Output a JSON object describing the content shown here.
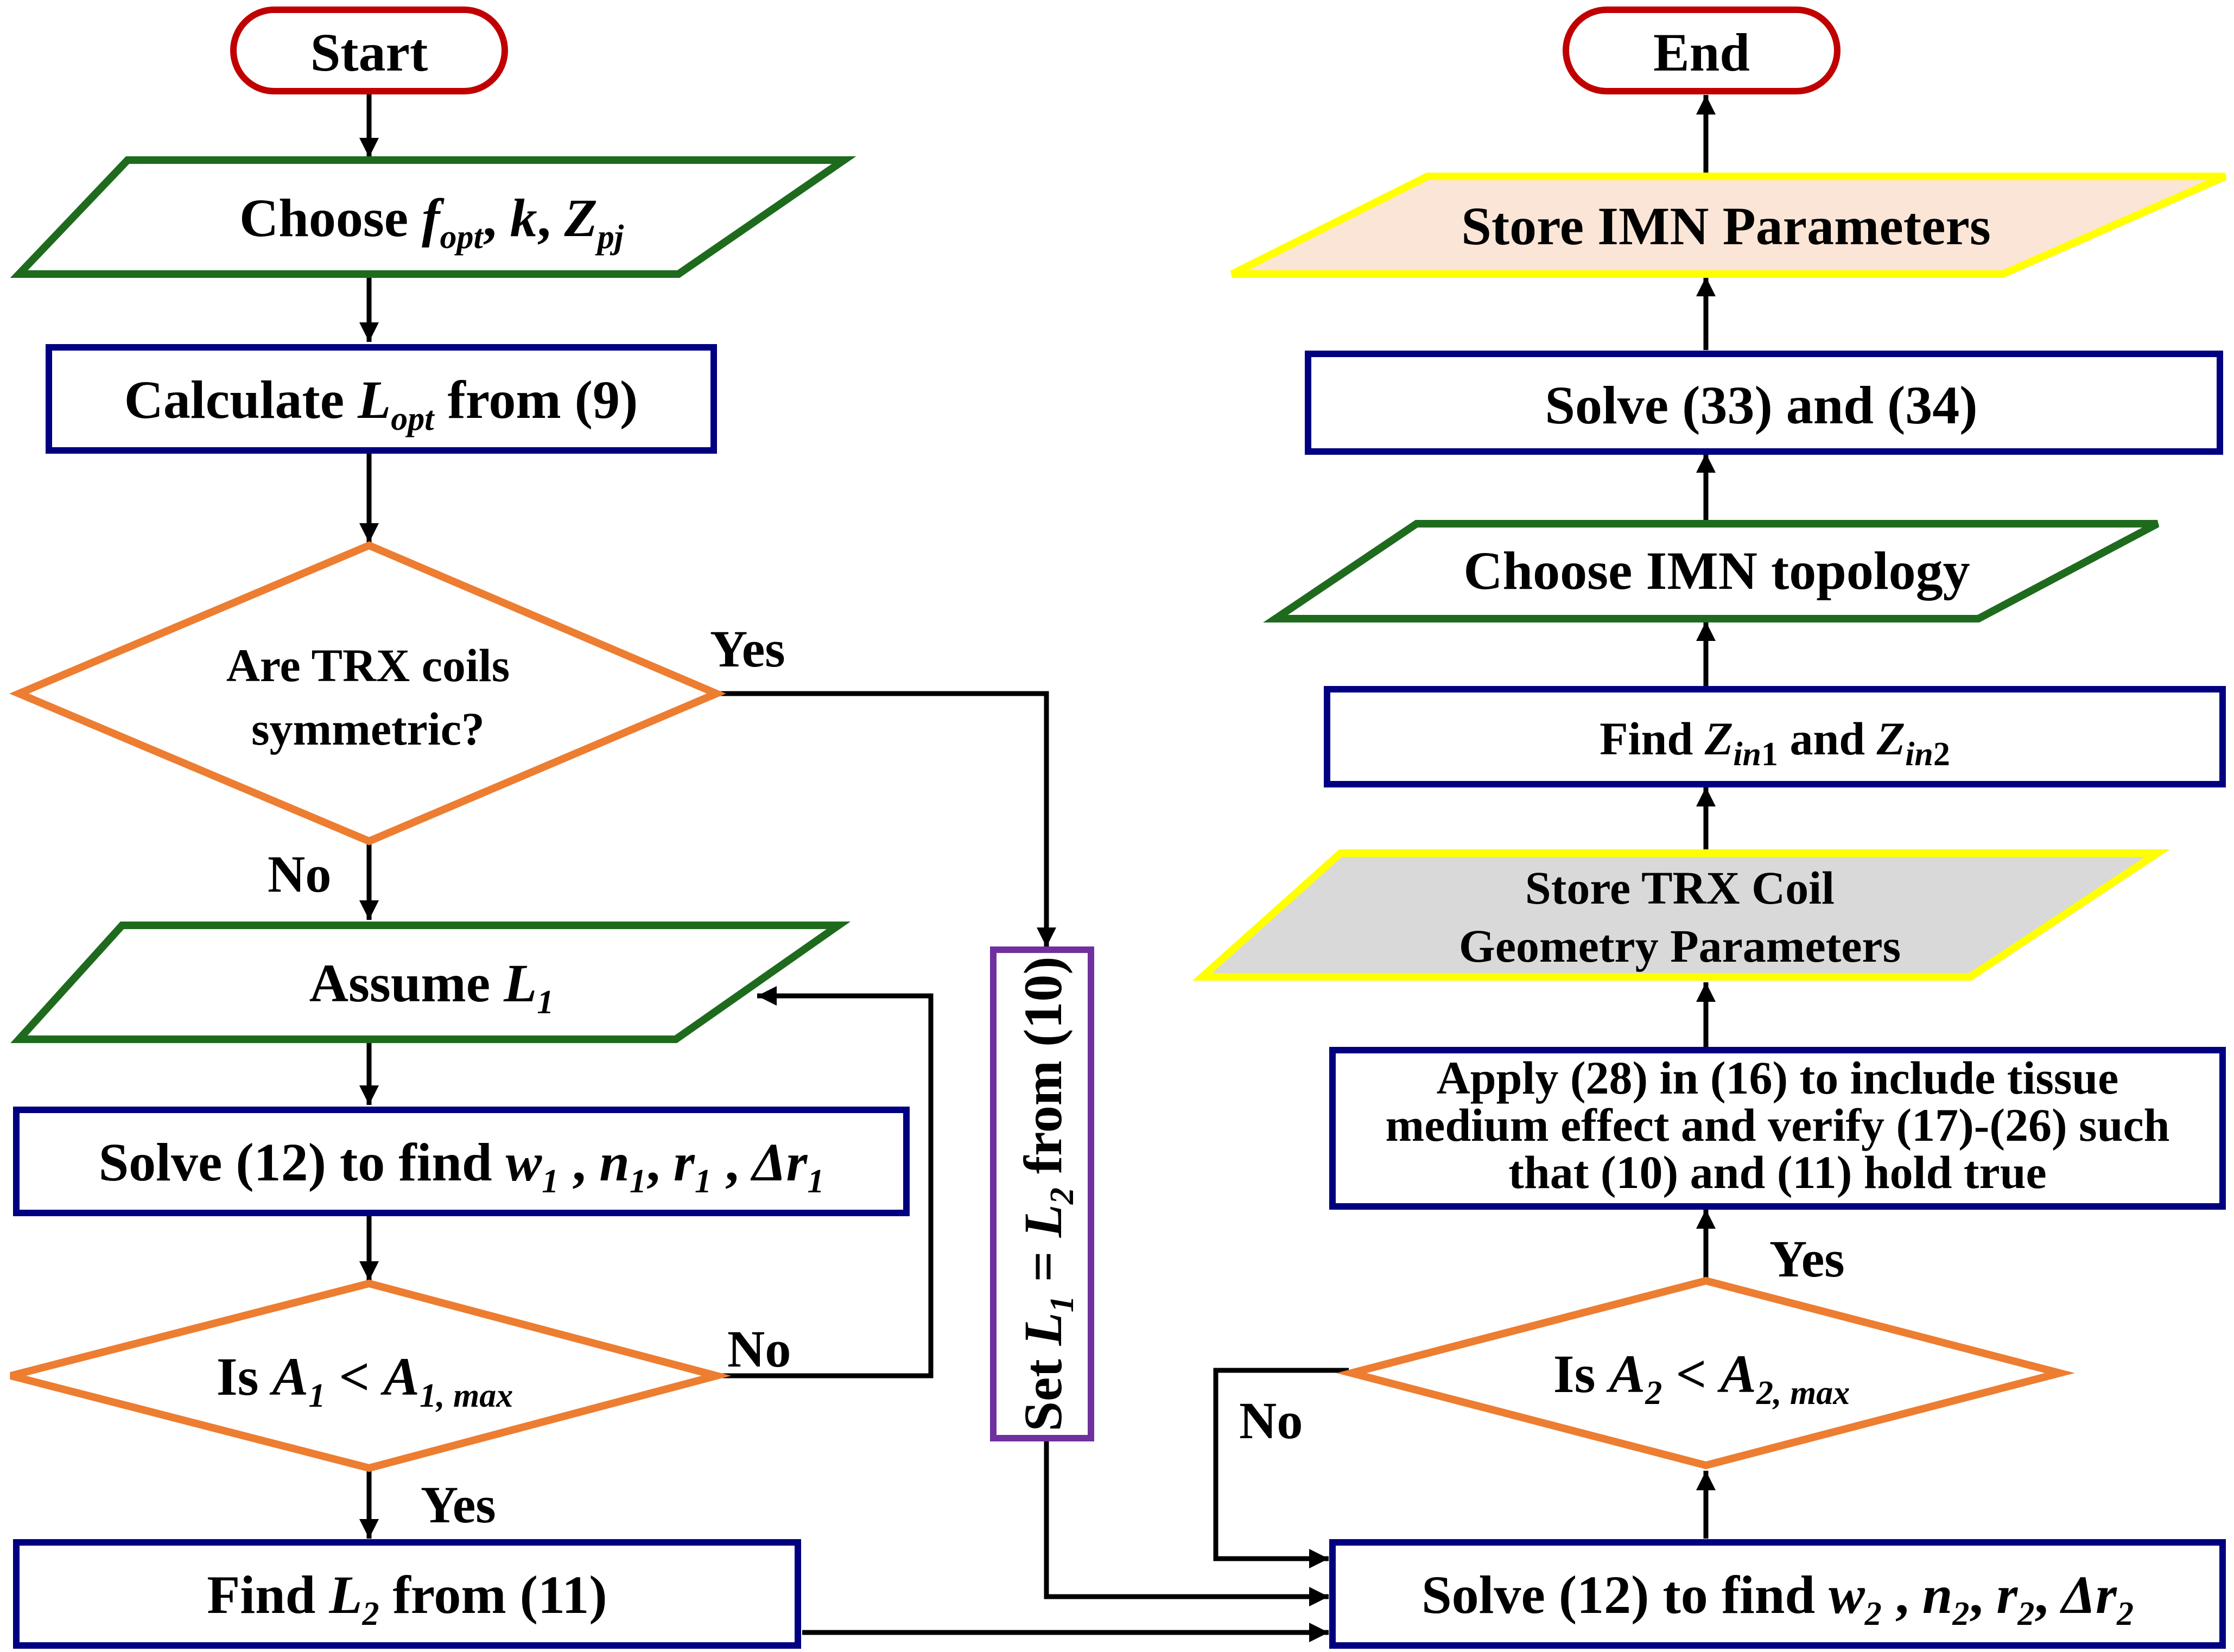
{
  "colors": {
    "terminator": "#c00000",
    "io": "#1e6b1e",
    "process": "#000080",
    "decision": "#ed7d31",
    "store": "#ffff00",
    "store_fill_imn": "#fbe5d6",
    "store_fill_trx": "#d9d9d9",
    "set_box": "#7030a0",
    "arrow": "#000000"
  },
  "nodes": {
    "start": "Start",
    "end": "End",
    "choose_params": {
      "t1": "Choose ",
      "f": "f",
      "f_sub": "opt",
      "t2": ", ",
      "k": "k",
      "t3": ", ",
      "z": "Z",
      "z_sub": "pj"
    },
    "calc_lopt": {
      "t1": "Calculate ",
      "l": "L",
      "l_sub": "opt",
      "t2": " from (9)"
    },
    "symmetric": {
      "line1": "Are TRX coils",
      "line2": "symmetric?"
    },
    "assume_l1": {
      "t1": "Assume ",
      "l": "L",
      "l_sub": "1"
    },
    "solve_12_1": {
      "t1": "Solve (12) to find ",
      "w": "w",
      "w_sub": "1",
      "c1": " , ",
      "n": "n",
      "n_sub": "1",
      "c2": ", ",
      "r": "r",
      "r_sub": "1",
      "c3": " , ",
      "dr": "Δr",
      "dr_sub": "1"
    },
    "check_a1": {
      "t1": "Is ",
      "a": "A",
      "a_sub": "1",
      "t2": " < ",
      "amax": "A",
      "amax_sub": "1, max"
    },
    "find_l2": {
      "t1": "Find ",
      "l": "L",
      "l_sub": "2",
      "t2": " from (11)"
    },
    "set_l1": {
      "t1": "Set ",
      "l1": "L",
      "l1_sub": "1",
      "t2": " = ",
      "l2": "L",
      "l2_sub": "2",
      "t3": " from (10)"
    },
    "solve_12_2": {
      "t1": "Solve (12) to find ",
      "w": "w",
      "w_sub": "2",
      "c1": " , ",
      "n": "n",
      "n_sub": "2",
      "c2": ", ",
      "r": "r",
      "r_sub": "2",
      "c3": ", ",
      "dr": "Δr",
      "dr_sub": "2"
    },
    "check_a2": {
      "t1": "Is ",
      "a": "A",
      "a_sub": "2",
      "t2": " < ",
      "amax": "A",
      "amax_sub": "2, max"
    },
    "apply_28": {
      "line1": "Apply (28) in (16) to include tissue",
      "line2": "medium effect and verify (17)-(26) such",
      "line3": "that (10) and (11) hold true"
    },
    "store_trx": {
      "line1": "Store TRX Coil",
      "line2": "Geometry Parameters"
    },
    "find_zin": {
      "t1": "Find ",
      "z1": "Z",
      "z1_sub": "in",
      "z1_n": "1",
      "t2": " and ",
      "z2": "Z",
      "z2_sub": "in",
      "z2_n": "2"
    },
    "choose_topology": "Choose IMN topology",
    "solve_33_34": "Solve (33) and (34)",
    "store_imn": "Store IMN Parameters"
  },
  "edges": {
    "yes_symmetric": "Yes",
    "no_symmetric": "No",
    "no_a1": "No",
    "yes_a1": "Yes",
    "no_a2": "No",
    "yes_a2": "Yes"
  }
}
